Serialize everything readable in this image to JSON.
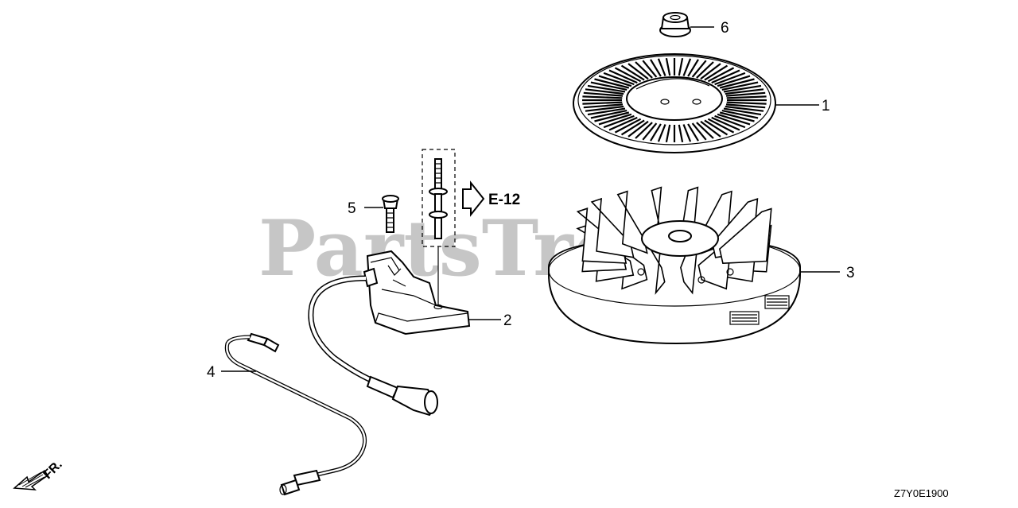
{
  "watermark": "PartsTree",
  "callouts": [
    {
      "id": "1",
      "label": "1"
    },
    {
      "id": "2",
      "label": "2"
    },
    {
      "id": "3",
      "label": "3"
    },
    {
      "id": "4",
      "label": "4"
    },
    {
      "id": "5",
      "label": "5"
    },
    {
      "id": "6",
      "label": "6"
    }
  ],
  "reference": "E-12",
  "direction_label": "FR.",
  "diagram_code": "Z7Y0E1900",
  "colors": {
    "line": "#000000",
    "watermark": "#bdbdbd",
    "background": "#ffffff"
  }
}
